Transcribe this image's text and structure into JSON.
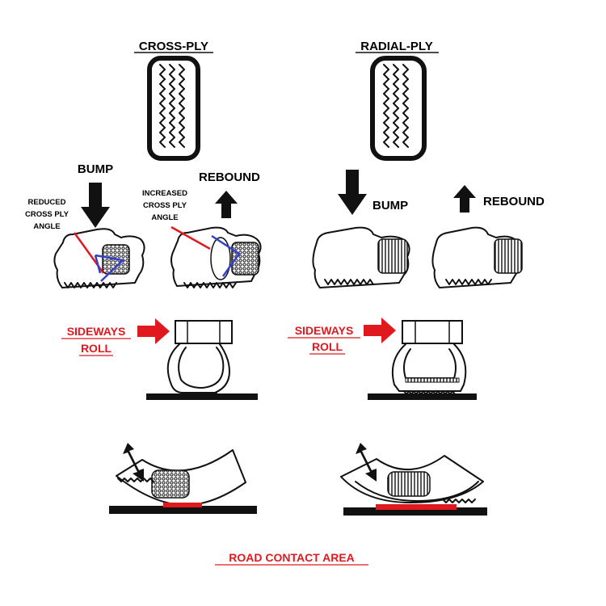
{
  "headings": {
    "cross_ply": "CROSS-PLY",
    "radial_ply": "RADIAL-PLY"
  },
  "cross_ply": {
    "bump": "BUMP",
    "rebound": "REBOUND",
    "reduced_angle": [
      "REDUCED",
      "CROSS PLY",
      "ANGLE"
    ],
    "increased_angle": [
      "INCREASED",
      "CROSS PLY",
      "ANGLE"
    ],
    "sideways_roll": [
      "SIDEWAYS",
      "ROLL"
    ]
  },
  "radial_ply": {
    "bump": "BUMP",
    "rebound": "REBOUND",
    "sideways_roll": [
      "SIDEWAYS",
      "ROLL"
    ]
  },
  "footer": {
    "road_contact_area": "ROAD CONTACT AREA"
  },
  "colors": {
    "annotation_red": "#e0191f",
    "ply_blue": "#3440c8",
    "ink": "#111111"
  }
}
